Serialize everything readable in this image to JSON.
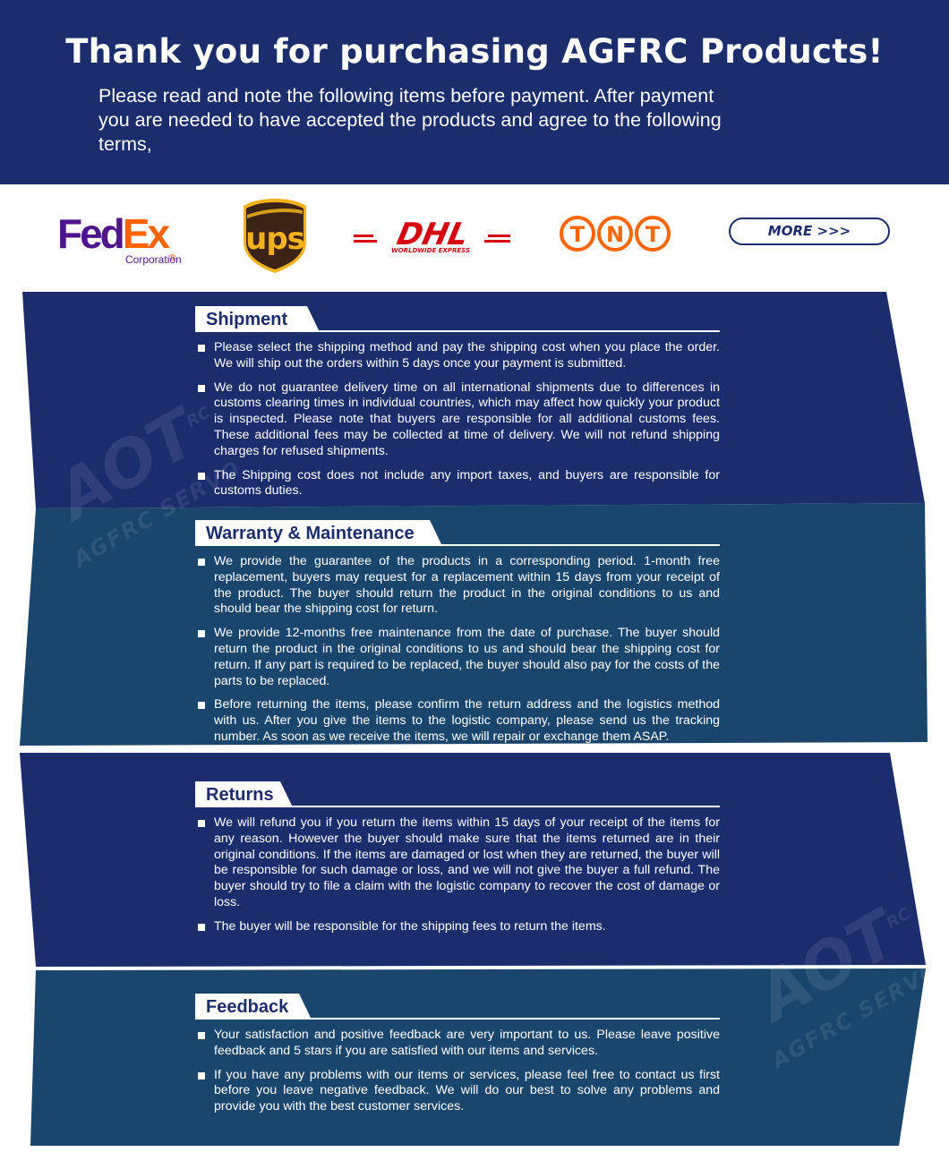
{
  "header": {
    "title": "Thank you for purchasing AGFRC Products!",
    "intro": "Please read and note the following items before payment. After payment you are needed to have accepted the products and agree to the following terms,"
  },
  "colors": {
    "navy": "#1c2d6e",
    "teal": "#1a466e",
    "fedex_purple": "#4d148c",
    "fedex_orange": "#ff6200",
    "ups_brown": "#3b2316",
    "ups_gold": "#f3b21b",
    "dhl_red": "#d40511",
    "tnt_orange": "#ff6600"
  },
  "carriers": {
    "fedex": {
      "word_left": "Fed",
      "word_right": "Ex",
      "reg": "®",
      "sub": "Corporation"
    },
    "ups": {
      "text": "ups"
    },
    "dhl": {
      "text": "DHL",
      "sub": "WORLDWIDE EXPRESS"
    },
    "tnt": {
      "letters": [
        "T",
        "N",
        "T"
      ]
    },
    "more_label": "MORE >>>"
  },
  "watermark": {
    "mark": "AOT",
    "rc": "RC",
    "text": "AGFRC SERVO"
  },
  "sections": [
    {
      "title": "Shipment",
      "items": [
        "Please select the shipping method and pay the shipping cost when you place the order. We will ship out the orders within 5 days once your payment is submitted.",
        "We do not guarantee delivery time on all international shipments due to differences in customs clearing times in individual countries, which may affect how quickly your product is inspected. Please note that buyers are responsible for all additional customs fees. These additional fees may be collected at time of delivery. We will not refund shipping charges for refused shipments.",
        "The Shipping cost does not include any import taxes, and buyers are responsible for customs duties."
      ]
    },
    {
      "title": "Warranty & Maintenance",
      "items": [
        "We provide the guarantee of the products in a corresponding period. 1-month free replacement, buyers may request for a replacement within 15 days from your receipt of the product. The buyer should return the product in the original conditions to us and should bear the shipping cost for return.",
        "We provide 12-months free maintenance from the date of purchase. The buyer should return the product in the original conditions to us and should bear the shipping cost for return. If any part is required to be replaced, the buyer should also pay for the costs of the parts to be replaced.",
        "Before returning the items, please confirm the return address and the logistics method with us. After you give the items to the logistic company, please send us the tracking number. As soon as we receive the items, we will repair or exchange them ASAP."
      ]
    },
    {
      "title": "Returns",
      "items": [
        "We will refund you if you return the items within 15 days of your receipt of the items for any reason. However the buyer should make sure that the items returned are in their original conditions. If the items are damaged or lost when they are returned, the buyer will be responsible for such damage or loss, and we will not give the buyer a full refund. The buyer should try to file a claim with the logistic company to recover the cost of damage or loss.",
        "The buyer will be responsible for the shipping fees to return the items."
      ]
    },
    {
      "title": "Feedback",
      "items": [
        "Your satisfaction and positive feedback are very important to us. Please leave positive feedback and 5 stars if you are satisfied with our items and services.",
        "If you have any problems with our items or services, please feel free to contact us first before you leave negative feedback. We will do our best to solve any problems and provide you with the best customer services."
      ]
    }
  ]
}
